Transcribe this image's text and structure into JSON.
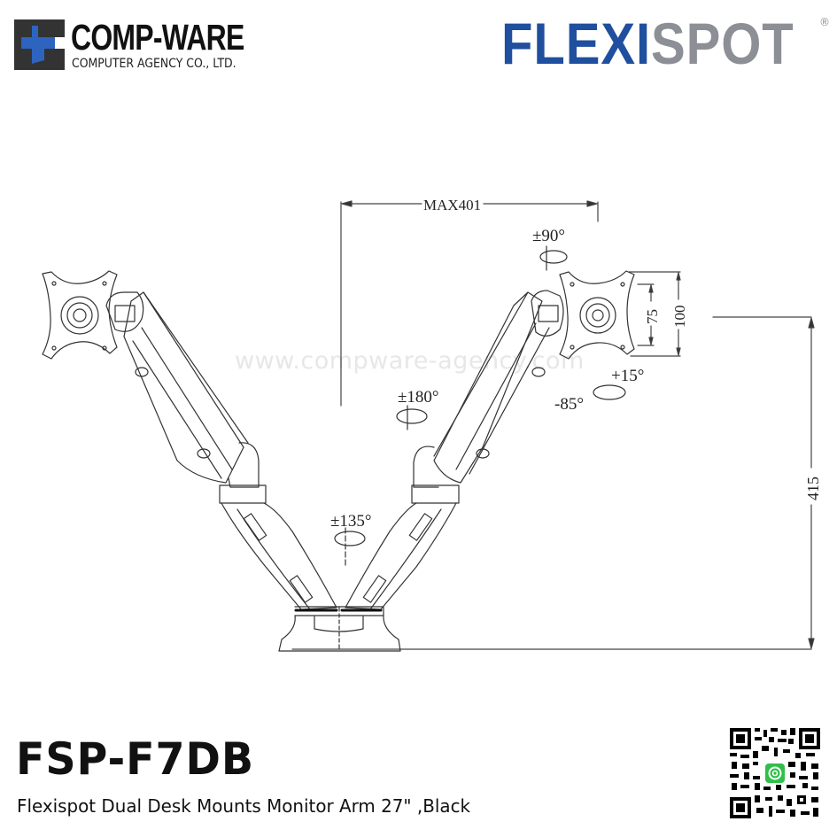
{
  "header": {
    "dealer_logo": {
      "name": "COMP-WARE",
      "subtitle": "COMPUTER AGENCY CO., LTD.",
      "colors": {
        "mark_dark": "#333333",
        "mark_blue": "#2d64c0"
      }
    },
    "brand_logo": {
      "part1": "FLEXI",
      "part2": "SPOT",
      "registered": "®",
      "colors": {
        "part1": "#1f4f9e",
        "part2": "#8c8f95"
      }
    }
  },
  "diagram": {
    "watermark": "www.compware-agency.com",
    "dimensions": {
      "max_reach": "MAX401",
      "height": "415",
      "vesa_small": "75",
      "vesa_large": "100"
    },
    "rotations": {
      "monitor_rotation": "±90°",
      "arm_swivel": "±180°",
      "base_swivel": "±135°",
      "tilt_up": "+15°",
      "tilt_down": "-85°"
    }
  },
  "footer": {
    "model": "FSP-F7DB",
    "description": "Flexispot Dual Desk Mounts Monitor Arm 27\" ,Black",
    "qr_icon": "line-qr-code",
    "qr_center_color": "#2fbf4a"
  }
}
